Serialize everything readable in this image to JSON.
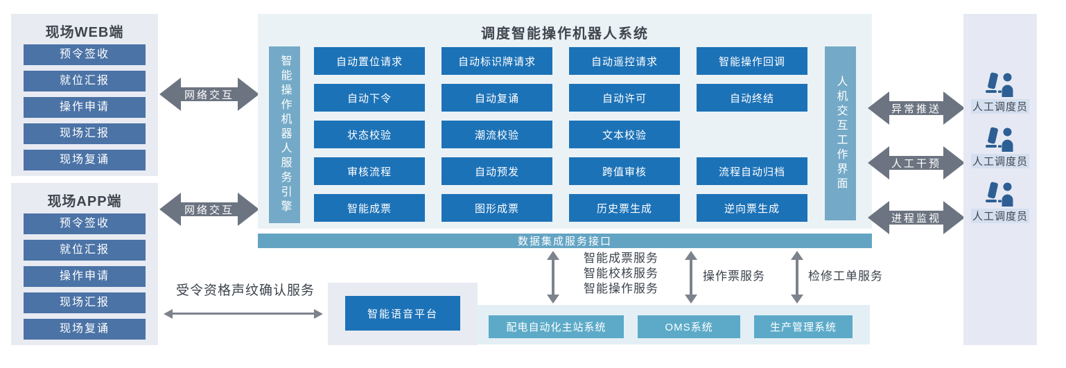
{
  "main": {
    "title": "调度智能操作机器人系统",
    "engine_bar": "智能操作机器人服务引擎",
    "hmi_bar": "人机交互工作界面",
    "grid": {
      "rows": [
        [
          "自动置位请求",
          "自动标识牌请求",
          "自动遥控请求",
          "智能操作回调"
        ],
        [
          "自动下令",
          "自动复诵",
          "自动许可",
          "自动终结"
        ],
        [
          "状态校验",
          "潮流校验",
          "文本校验"
        ],
        [
          "审核流程",
          "自动预发",
          "跨值审核",
          "流程自动归档"
        ],
        [
          "智能成票",
          "图形成票",
          "历史票生成",
          "逆向票生成"
        ]
      ]
    },
    "data_bus": "数据集成服务接口"
  },
  "left": {
    "web_panel": {
      "title": "现场WEB端",
      "items": [
        "预令签收",
        "就位汇报",
        "操作申请",
        "现场汇报",
        "现场复诵"
      ]
    },
    "app_panel": {
      "title": "现场APP端",
      "items": [
        "预令签收",
        "就位汇报",
        "操作申请",
        "现场汇报",
        "现场复诵"
      ]
    },
    "network_arrow_label": "网络交互"
  },
  "right": {
    "arrows": [
      "异常推送",
      "人工干预",
      "进程监视"
    ],
    "dispatcher_label": "人工调度员"
  },
  "bottom": {
    "voice_service_label": "受令资格声纹确认服务",
    "voice_platform": "智能语音平台",
    "service_links": [
      {
        "lines": [
          "智能成票服务",
          "智能校核服务",
          "智能操作服务"
        ]
      },
      {
        "lines": [
          "操作票服务"
        ]
      },
      {
        "lines": [
          "检修工单服务"
        ]
      }
    ],
    "systems": [
      "配电自动化主站系统",
      "OMS系统",
      "生产管理系统"
    ]
  },
  "colors": {
    "button_blue": "#1c72b7",
    "steel_blue": "#4b73a6",
    "sidebar_blue": "#74aac7",
    "bus_blue": "#63a4c3",
    "system_blue": "#5caac8",
    "arrow_dark": "#6c7481",
    "arrow_gray": "#7d838d",
    "person_blue": "#2d5f94",
    "panel_lavender": "#e9ebf3",
    "panel_main": "#ebf2f6",
    "panel_systems": "#e3eff5",
    "panel_right": "#e6e9f3",
    "text_dark": "#3f454e"
  }
}
